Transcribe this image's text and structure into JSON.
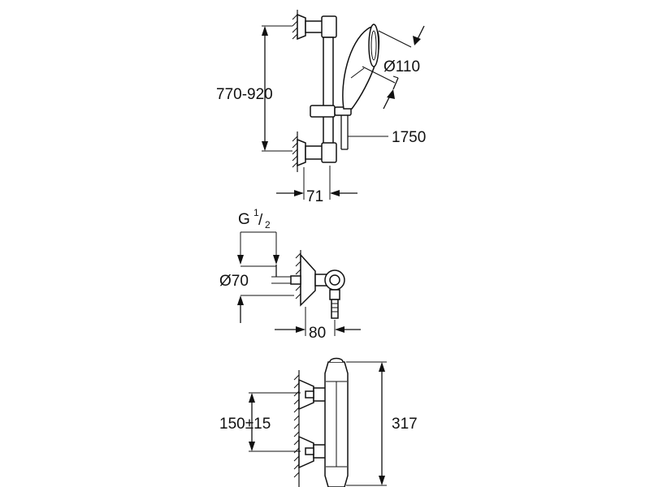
{
  "diagram": {
    "dimensions": {
      "rail_spacing": "770-920",
      "hand_shower_diameter": "Ø110",
      "hose_length": "1750",
      "rail_projection": "71",
      "connection_thread_main": "G",
      "connection_thread_sup": "1",
      "connection_thread_sub": "2",
      "escutcheon_diameter": "Ø70",
      "connection_projection": "80",
      "inlet_spacing": "150±15",
      "mixer_height": "317"
    }
  }
}
